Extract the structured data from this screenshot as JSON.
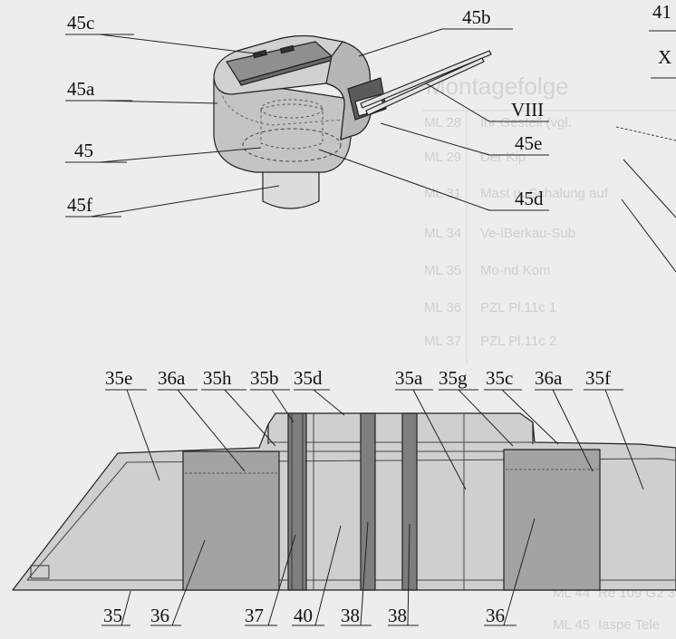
{
  "colors": {
    "paper": "#ededed",
    "light_gray": "#cdcdcd",
    "mid_gray": "#a6a6a6",
    "dark_gray": "#7d7d7d",
    "line": "#222222"
  },
  "turret": {
    "labels": {
      "l45c": "45c",
      "l45b": "45b",
      "l45a": "45a",
      "lVIII": "VIII",
      "l45": "45",
      "l45e": "45e",
      "l45f": "45f",
      "l45d": "45d"
    }
  },
  "edge_labels": {
    "l41": "41",
    "lX": "X"
  },
  "background_text": {
    "title": "Montagefolge",
    "rows": [
      {
        "code": "ML 28",
        "text": "Ihr Gestell (vgl."
      },
      {
        "code": "ML 29",
        "text": "Der Kip"
      },
      {
        "code": "ML 31",
        "text": "Mast u. Schalung auf"
      },
      {
        "code": "ML 34",
        "text": "Ve-iBerkau-Sub"
      },
      {
        "code": "ML 35",
        "text": "Mo-nd Kom"
      },
      {
        "code": "ML 36",
        "text": "PZL Pl.11c 1"
      },
      {
        "code": "ML 37",
        "text": "PZL Pl.11c 2"
      },
      {
        "code": "ML 44",
        "text": "Re 109 G2 3"
      },
      {
        "code": "ML 45",
        "text": "Iaspe Tele"
      }
    ]
  },
  "hull": {
    "top_labels": {
      "l35e": "35e",
      "l36a_left": "36a",
      "l35h": "35h",
      "l35b": "35b",
      "l35d": "35d",
      "l35a": "35a",
      "l35g": "35g",
      "l35c": "35c",
      "l36a_right": "36a",
      "l35f": "35f"
    },
    "bottom_labels": {
      "l35": "35",
      "l36": "36",
      "l37": "37",
      "l40": "40",
      "l38a": "38",
      "l38b": "38",
      "l36_right": "36"
    }
  }
}
